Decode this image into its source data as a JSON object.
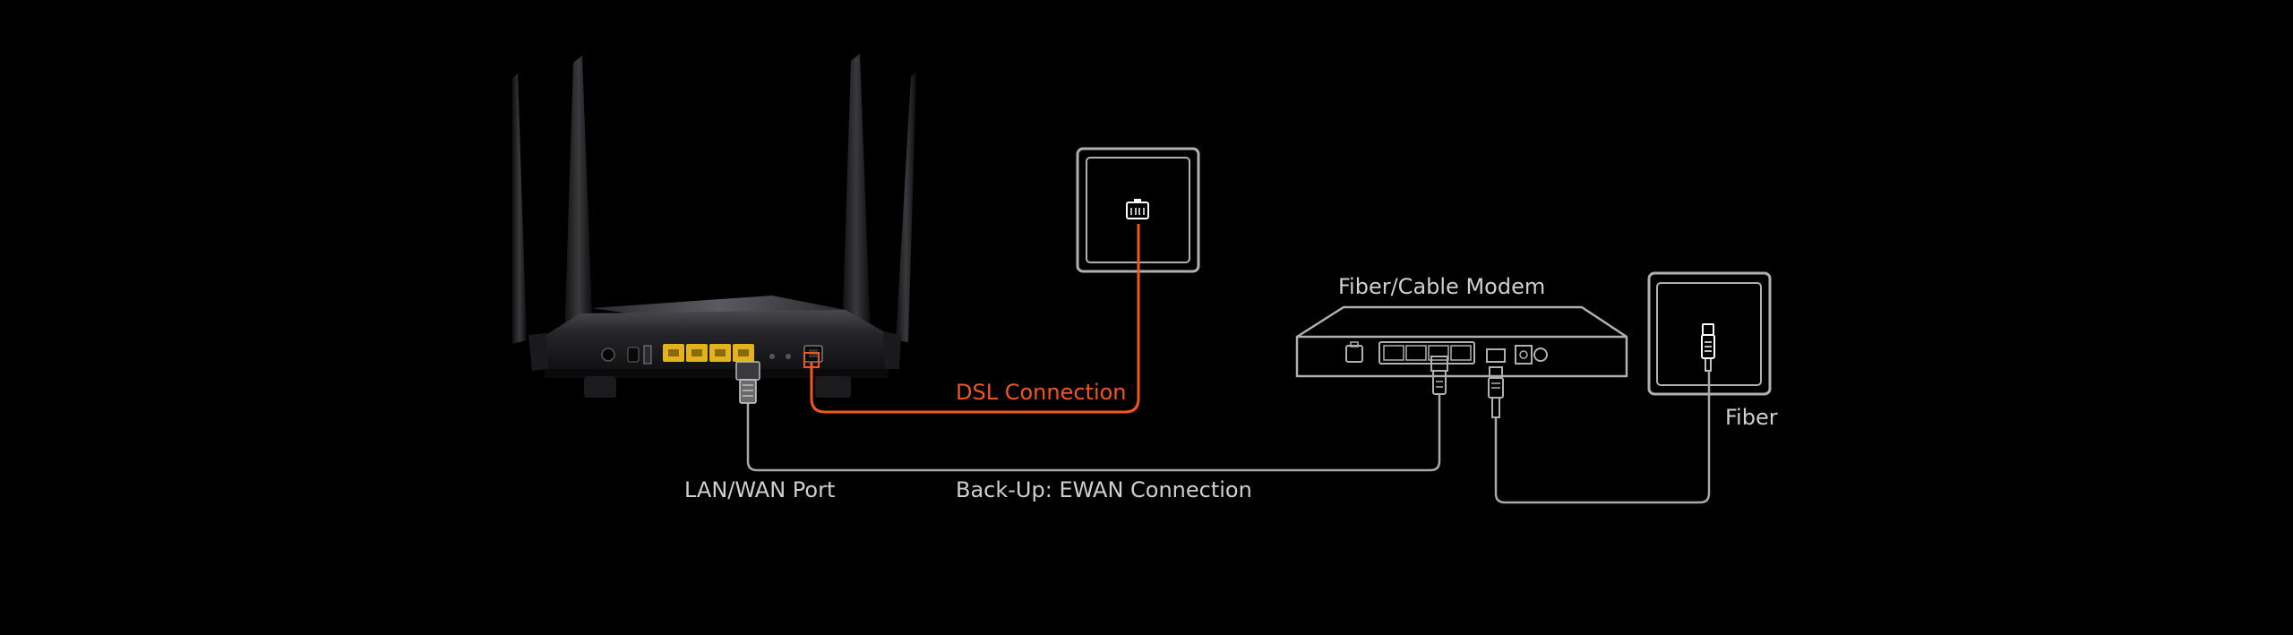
{
  "labels": {
    "dsl": "DSL Connection",
    "fiber_cable_modem": "Fiber/Cable Modem",
    "fiber": "Fiber",
    "lan_wan_port": "LAN/WAN Port",
    "backup_ewan": "Back-Up: EWAN Connection"
  },
  "colors": {
    "background": "#000000",
    "dsl_line": "#f0561d",
    "dsl_text": "#f0561d",
    "line": "#a8a8a8",
    "label_text": "#cfcfcf",
    "lan_port": "#e2b31f",
    "router_body": "#1c1c1e"
  },
  "icons": {
    "router": "router-icon",
    "phone_jack": "rj11-wall-socket-icon",
    "fiber_socket": "fiber-wall-socket-icon",
    "modem": "modem-icon"
  }
}
